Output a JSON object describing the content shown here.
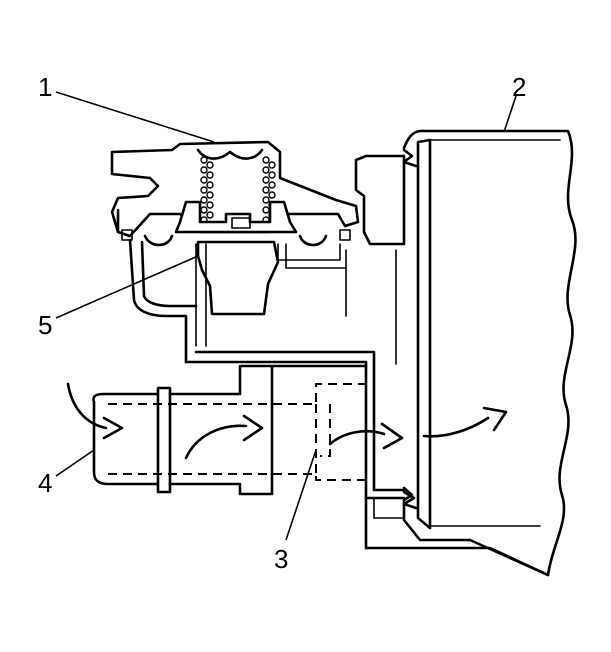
{
  "callouts": [
    {
      "label": "1"
    },
    {
      "label": "2"
    },
    {
      "label": "3"
    },
    {
      "label": "4"
    },
    {
      "label": "5"
    }
  ],
  "colors": {
    "line": "#000000",
    "background": "#ffffff"
  }
}
